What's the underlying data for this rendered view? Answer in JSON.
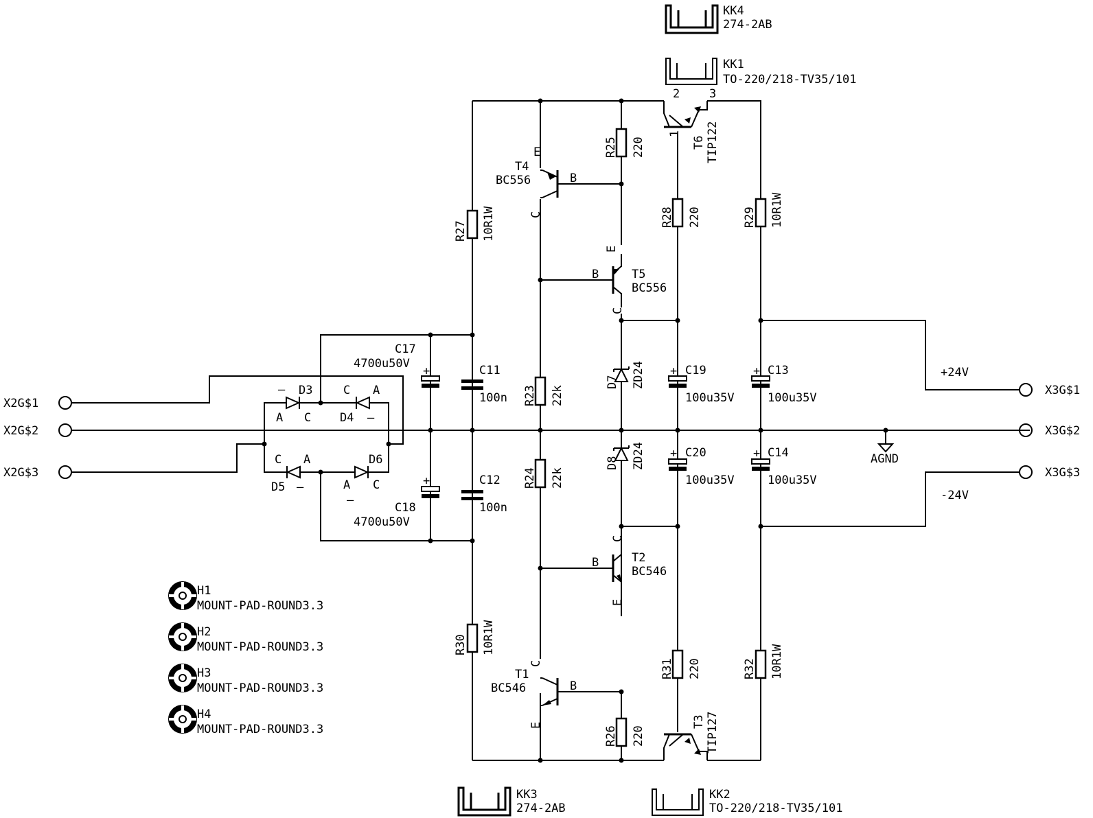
{
  "terminals": {
    "left": [
      {
        "name": "X2G$1"
      },
      {
        "name": "X2G$2"
      },
      {
        "name": "X2G$3"
      }
    ],
    "right": [
      {
        "name": "X3G$1"
      },
      {
        "name": "X3G$2"
      },
      {
        "name": "X3G$3"
      }
    ]
  },
  "rails": {
    "positive": "+24V",
    "negative": "-24V",
    "ground": "AGND"
  },
  "heatsinks": [
    {
      "ref": "KK4",
      "value": "274-2AB"
    },
    {
      "ref": "KK1",
      "value": "TO-220/218-TV35/101"
    },
    {
      "ref": "KK3",
      "value": "274-2AB"
    },
    {
      "ref": "KK2",
      "value": "TO-220/218-TV35/101"
    }
  ],
  "resistors": [
    {
      "ref": "R27",
      "value": "10R1W"
    },
    {
      "ref": "R30",
      "value": "10R1W"
    },
    {
      "ref": "R23",
      "value": "22k"
    },
    {
      "ref": "R24",
      "value": "22k"
    },
    {
      "ref": "R25",
      "value": "220"
    },
    {
      "ref": "R26",
      "value": "220"
    },
    {
      "ref": "R28",
      "value": "220"
    },
    {
      "ref": "R31",
      "value": "220"
    },
    {
      "ref": "R29",
      "value": "10R1W"
    },
    {
      "ref": "R32",
      "value": "10R1W"
    }
  ],
  "capacitors": [
    {
      "ref": "C17",
      "value": "4700u50V"
    },
    {
      "ref": "C18",
      "value": "4700u50V"
    },
    {
      "ref": "C11",
      "value": "100n"
    },
    {
      "ref": "C12",
      "value": "100n"
    },
    {
      "ref": "C19",
      "value": "100u35V"
    },
    {
      "ref": "C20",
      "value": "100u35V"
    },
    {
      "ref": "C13",
      "value": "100u35V"
    },
    {
      "ref": "C14",
      "value": "100u35V"
    }
  ],
  "zeners": [
    {
      "ref": "D7",
      "value": "ZD24"
    },
    {
      "ref": "D8",
      "value": "ZD24"
    }
  ],
  "bridge_diodes": [
    "D3",
    "D4",
    "D5",
    "D6"
  ],
  "transistors": [
    {
      "ref": "T4",
      "value": "BC556"
    },
    {
      "ref": "T5",
      "value": "BC556"
    },
    {
      "ref": "T2",
      "value": "BC546"
    },
    {
      "ref": "T1",
      "value": "BC546"
    },
    {
      "ref": "T6",
      "value": "TIP122"
    },
    {
      "ref": "T3",
      "value": "TIP127"
    }
  ],
  "pin_labels": {
    "emitter": "E",
    "base": "B",
    "collector": "C",
    "anode": "A",
    "cathode": "C",
    "minus": "—",
    "plus": "+",
    "pin1": "1",
    "pin2": "2",
    "pin3": "3"
  },
  "mount_pads": [
    {
      "ref": "H1",
      "value": "MOUNT-PAD-ROUND3.3"
    },
    {
      "ref": "H2",
      "value": "MOUNT-PAD-ROUND3.3"
    },
    {
      "ref": "H3",
      "value": "MOUNT-PAD-ROUND3.3"
    },
    {
      "ref": "H4",
      "value": "MOUNT-PAD-ROUND3.3"
    }
  ]
}
